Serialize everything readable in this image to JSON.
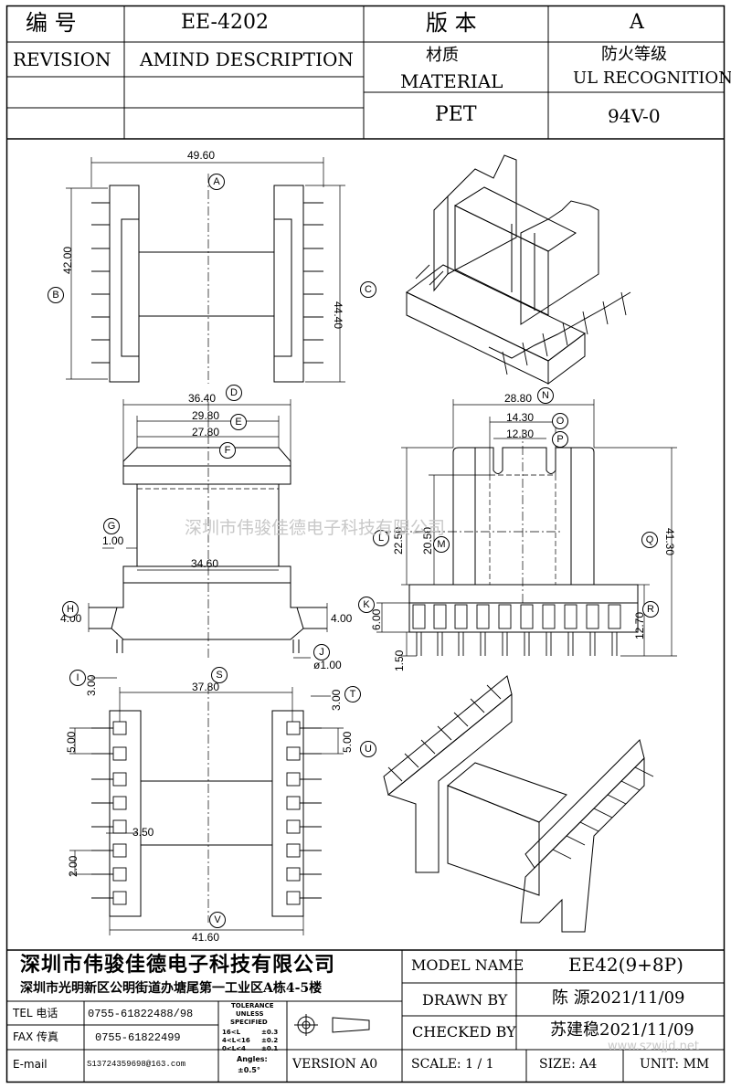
{
  "header": {
    "number_label": "编  号",
    "number_value": "EE-4202",
    "version_label": "版  本",
    "version_value": "A",
    "revision_label": "REVISION",
    "description_label": "AMIND DESCRIPTION",
    "material_label_cn": "材质",
    "material_label_en": "MATERIAL",
    "fire_label_cn": "防火等级",
    "fire_label_en": "UL RECOGNITION",
    "material_value": "PET",
    "fire_value": "94V-0"
  },
  "dimensions": {
    "A": "49.60",
    "B": "42.00",
    "C": "44.40",
    "D": "36.40",
    "E": "29.80",
    "F": "27.80",
    "G": "1.00",
    "mid": "34.60",
    "H": "4.00",
    "H2": "4.00",
    "J": "ø1.00",
    "I": "3.00",
    "N": "28.80",
    "O": "14.30",
    "P": "12.30",
    "L": "22.50",
    "M": "20.50",
    "Q": "41.30",
    "R": "12.70",
    "K": "6.00",
    "K2": "1.50",
    "S": "37.80",
    "T": "3.00",
    "U": "5.00",
    "U2": "5.00",
    "pitch": "3.50",
    "pin": "2.00",
    "V": "41.60"
  },
  "callouts": [
    "A",
    "B",
    "C",
    "D",
    "E",
    "F",
    "G",
    "H",
    "J",
    "I",
    "L",
    "M",
    "N",
    "O",
    "P",
    "Q",
    "R",
    "K",
    "S",
    "T",
    "U",
    "V"
  ],
  "watermark": "深圳市伟骏佳德电子科技有限公司",
  "footer": {
    "company": "深圳市伟骏佳德电子科技有限公司",
    "address": "深圳市光明新区公明街道办塘尾第一工业区A栋4-5楼",
    "tel_label": "TEL 电话",
    "tel_value": "0755-61822488/98",
    "fax_label": "FAX 传真",
    "fax_value": "0755-61822499",
    "email_label": "E-mail",
    "email_value": "S13724359698@163.com",
    "tolerance_title": "TOLERANCE",
    "tolerance_unless": "UNLESS",
    "tolerance_specified": "SPECIFIED",
    "tol_rows": [
      {
        "range": "16<L",
        "val": "±0.3"
      },
      {
        "range": "4<L<16",
        "val": "±0.2"
      },
      {
        "range": "0<L<4",
        "val": "±0.1"
      }
    ],
    "angles_label": "Angles:",
    "angles_value": "±0.5°",
    "version": "VERSION A0",
    "model_label": "MODEL NAME",
    "model_value": "EE42(9+8P)",
    "drawn_label": "DRAWN BY",
    "drawn_value": "陈  源2021/11/09",
    "checked_label": "CHECKED BY",
    "checked_value": "苏建稳2021/11/09",
    "scale": "SCALE: 1 / 1",
    "size": "SIZE: A4",
    "unit": "UNIT: MM",
    "website": "www.szwjjd.net"
  }
}
